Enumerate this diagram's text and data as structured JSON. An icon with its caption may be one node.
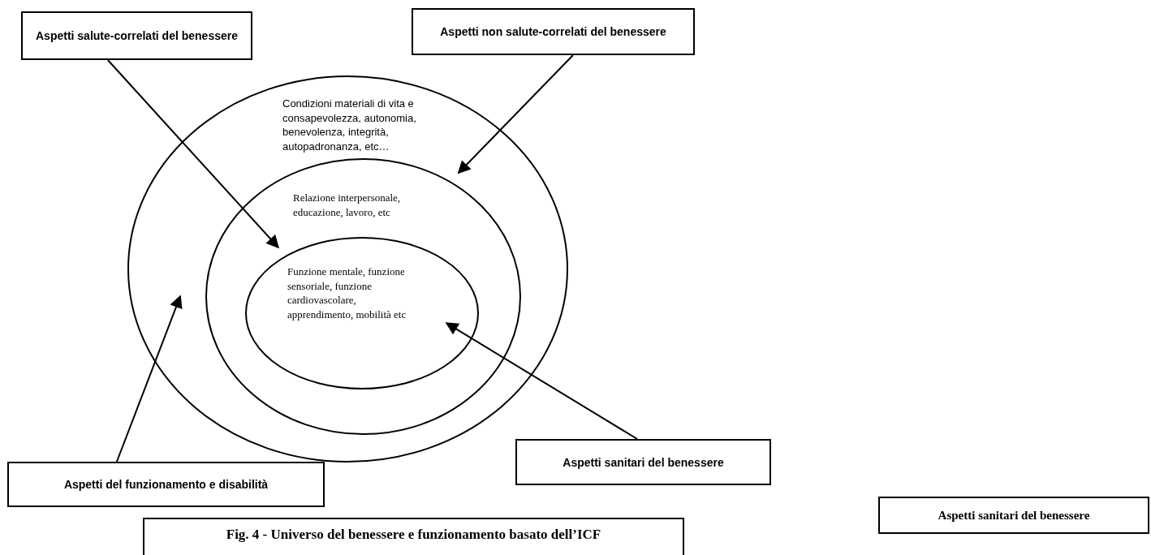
{
  "diagram": {
    "caption": "Fig. 4 - Universo del benessere e funzionamento basato dell’ICF",
    "nodes": [
      {
        "text": [
          "Condizioni materiali di vita e consapevolezza, autonomia, benevolenza, integrità, autopadronanza,  etc…"
        ]
      },
      {
        "text": [
          "Relazione interpersonale, educazione, lavoro, etc"
        ],
        "in": 0
      },
      {
        "text": [
          "Funzione mentale, funzione sensoriale, funzione cardiovascolare, apprendimento, mobilità etc"
        ],
        "in": 1
      },
      {
        "text": [
          "Aspetti salute-correlati del benessere"
        ]
      },
      {
        "text": [
          "Aspetti non salute-correlati del benessere"
        ]
      },
      {
        "text": [
          "Aspetti del funzionamento e disabilità"
        ]
      },
      {
        "text": [
          "Aspetti sanitari del benessere"
        ]
      },
      {
        "text": [
          "Aspetti sanitari del benessere"
        ]
      }
    ],
    "edges": [
      {
        "from": 3,
        "to": 2,
        "arrow": "to"
      },
      {
        "from": 4,
        "to": 0,
        "arrow": "to"
      },
      {
        "from": 5,
        "to": 0,
        "arrow": "to"
      },
      {
        "from": 6,
        "to": 2,
        "arrow": "to"
      }
    ]
  }
}
